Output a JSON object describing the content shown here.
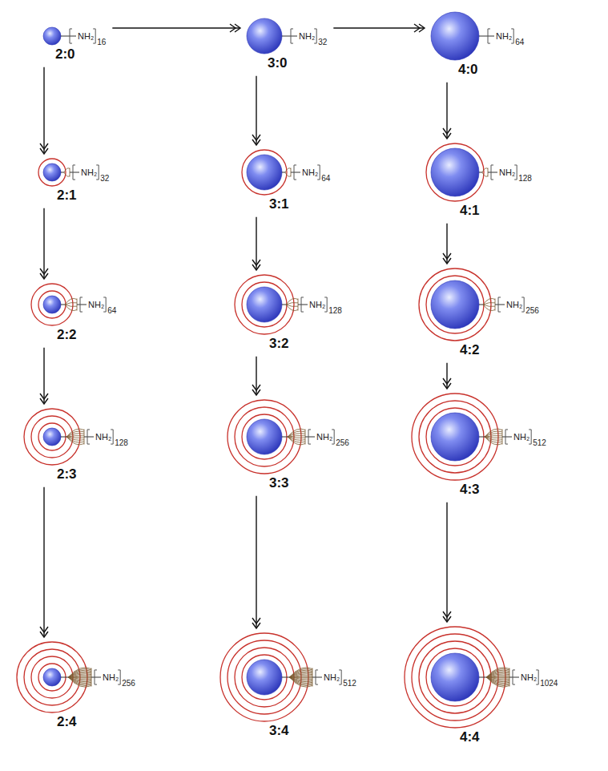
{
  "diagram": {
    "nodes": [
      {
        "text": [
          "NH₂",
          "16",
          "2:0"
        ]
      },
      {
        "text": [
          "NH₂",
          "32",
          "3:0"
        ]
      },
      {
        "text": [
          "NH₂",
          "64",
          "4:0"
        ]
      },
      {
        "text": [
          "NH₂",
          "32",
          "2:1"
        ]
      },
      {
        "text": [
          "NH₂",
          "64",
          "3:1"
        ]
      },
      {
        "text": [
          "NH₂",
          "128",
          "4:1"
        ]
      },
      {
        "text": [
          "NH₂",
          "64",
          "2:2"
        ]
      },
      {
        "text": [
          "NH₂",
          "128",
          "3:2"
        ]
      },
      {
        "text": [
          "NH₂",
          "256",
          "4:2"
        ]
      },
      {
        "text": [
          "NH₂",
          "128",
          "2:3"
        ]
      },
      {
        "text": [
          "NH₂",
          "256",
          "3:3"
        ]
      },
      {
        "text": [
          "NH₂",
          "512",
          "4:3"
        ]
      },
      {
        "text": [
          "NH₂",
          "256",
          "2:4"
        ]
      },
      {
        "text": [
          "NH₂",
          "512",
          "3:4"
        ]
      },
      {
        "text": [
          "NH₂",
          "1024",
          "4:4"
        ]
      }
    ],
    "edges": [
      {
        "from": 0,
        "to": 1,
        "arrow": "to"
      },
      {
        "from": 1,
        "to": 2,
        "arrow": "to"
      },
      {
        "from": 0,
        "to": 3,
        "arrow": "to"
      },
      {
        "from": 1,
        "to": 4,
        "arrow": "to"
      },
      {
        "from": 2,
        "to": 5,
        "arrow": "to"
      },
      {
        "from": 3,
        "to": 6,
        "arrow": "to"
      },
      {
        "from": 4,
        "to": 7,
        "arrow": "to"
      },
      {
        "from": 5,
        "to": 8,
        "arrow": "to"
      },
      {
        "from": 6,
        "to": 9,
        "arrow": "to"
      },
      {
        "from": 7,
        "to": 10,
        "arrow": "to"
      },
      {
        "from": 8,
        "to": 11,
        "arrow": "to"
      },
      {
        "from": 9,
        "to": 12,
        "arrow": "to"
      },
      {
        "from": 10,
        "to": 13,
        "arrow": "to"
      },
      {
        "from": 11,
        "to": 14,
        "arrow": "to"
      }
    ]
  }
}
